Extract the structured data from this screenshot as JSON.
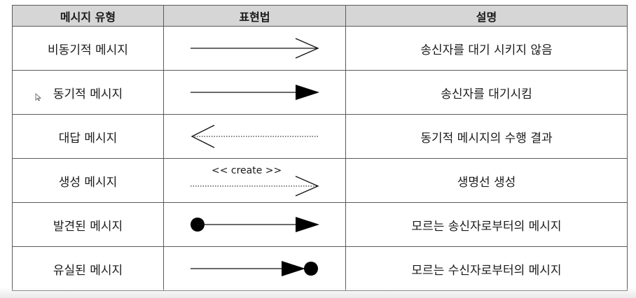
{
  "table": {
    "headers": [
      "메시지 유형",
      "표현법",
      "설명"
    ],
    "rows": [
      {
        "type": "비동기적 메시지",
        "notation": "open-arrow",
        "description": "송신자를 대기 시키지 않음"
      },
      {
        "type": "동기적 메시지",
        "notation": "filled-arrow",
        "description": "송신자를 대기시킴"
      },
      {
        "type": "대답 메시지",
        "notation": "dotted-return-arrow",
        "description": "동기적 메시지의 수행 결과"
      },
      {
        "type": "생성 메시지",
        "notation": "dotted-create-arrow",
        "description": "생명선 생성"
      },
      {
        "type": "발견된 메시지",
        "notation": "dot-start-filled-arrow",
        "description": "모르는 송신자로부터의 메시지"
      },
      {
        "type": "유실된 메시지",
        "notation": "filled-arrow-dot-end",
        "description": "모르는 수신자로부터의 메시지"
      }
    ]
  },
  "create_label": "<< create >>",
  "colors": {
    "header_bg": "#d6d6d6",
    "border": "#5a5a5a",
    "line": "#111111"
  }
}
